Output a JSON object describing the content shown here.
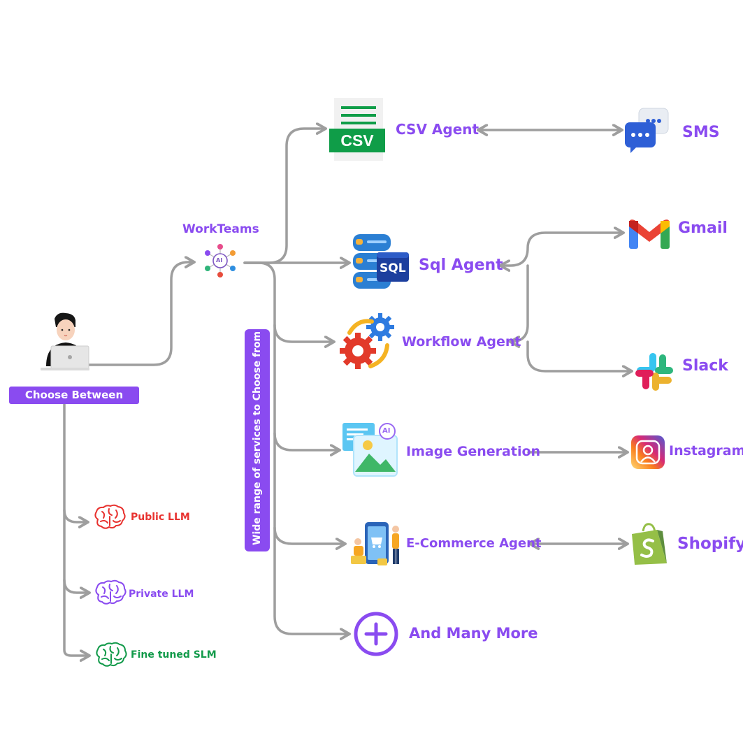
{
  "user": {
    "choose_label": "Choose Between"
  },
  "models": [
    {
      "label": "Public LLM",
      "color": "#e8322f"
    },
    {
      "label": "Private LLM",
      "color": "#8a4bf0"
    },
    {
      "label": "Fine tuned SLM",
      "color": "#129a4a"
    }
  ],
  "hub": {
    "label": "WorkTeams",
    "icon_text": "AI"
  },
  "services_banner": "Wide range of services to Choose from",
  "agents": {
    "csv": {
      "label": "CSV Agent",
      "icon_text": "CSV"
    },
    "sql": {
      "label": "Sql Agent",
      "icon_text": "SQL"
    },
    "workflow": {
      "label": "Workflow Agent"
    },
    "image": {
      "label": "Image Generation",
      "icon_text": "AI"
    },
    "ecommerce": {
      "label": "E-Commerce Agent"
    },
    "more": {
      "label": "And Many More"
    }
  },
  "integrations": {
    "sms": {
      "label": "SMS"
    },
    "gmail": {
      "label": "Gmail"
    },
    "slack": {
      "label": "Slack"
    },
    "instagram": {
      "label": "Instagram"
    },
    "shopify": {
      "label": "Shopify"
    }
  },
  "colors": {
    "accent": "#8a4bf0",
    "wire": "#9e9e9e",
    "csv_green": "#0f9d48"
  }
}
